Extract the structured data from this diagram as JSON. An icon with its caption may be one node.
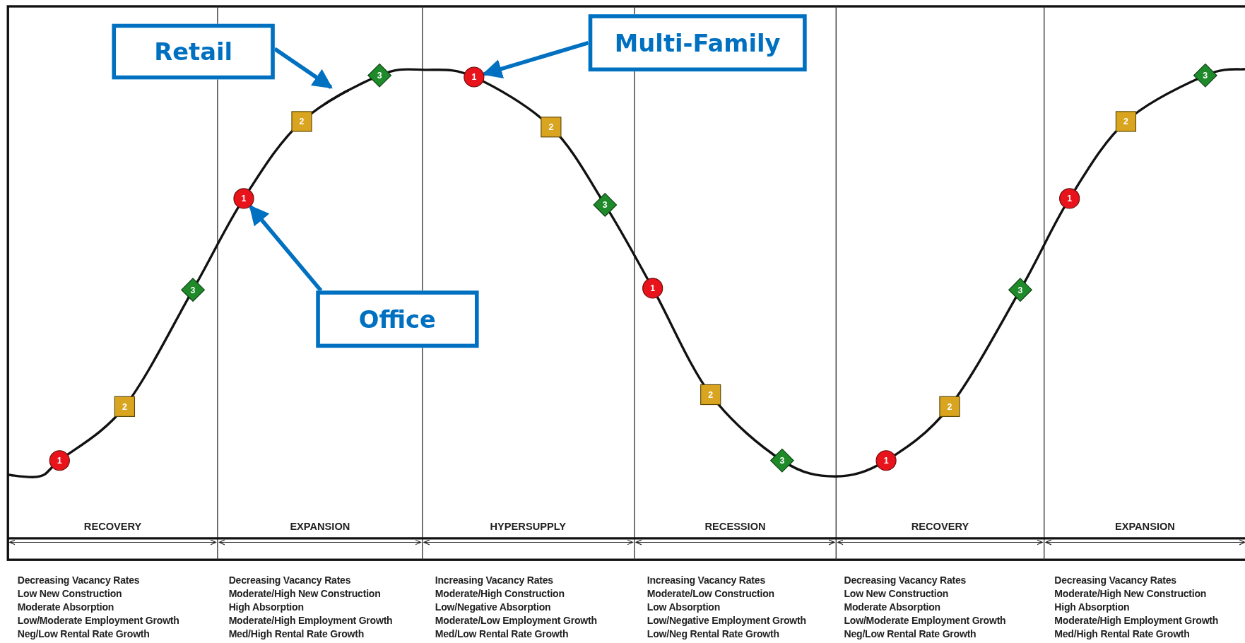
{
  "diagram": {
    "nodes": [
      {
        "text": [
          "Retail"
        ]
      },
      {
        "text": [
          "Multi-Family"
        ]
      },
      {
        "text": [
          "Office"
        ]
      },
      {
        "text": [
          "1"
        ]
      },
      {
        "text": [
          "2"
        ]
      },
      {
        "text": [
          "3"
        ]
      },
      {
        "text": [
          "1"
        ]
      },
      {
        "text": [
          "2"
        ]
      },
      {
        "text": [
          "3"
        ]
      },
      {
        "text": [
          "1"
        ]
      },
      {
        "text": [
          "2"
        ]
      },
      {
        "text": [
          "3"
        ]
      },
      {
        "text": [
          "1"
        ]
      },
      {
        "text": [
          "2"
        ]
      },
      {
        "text": [
          "3"
        ]
      },
      {
        "text": [
          "1"
        ]
      },
      {
        "text": [
          "2"
        ]
      },
      {
        "text": [
          "3"
        ]
      },
      {
        "text": [
          "1"
        ]
      },
      {
        "text": [
          "2"
        ]
      },
      {
        "text": [
          "3"
        ]
      },
      {
        "text": [],
        "shape": "curve"
      }
    ],
    "edges": [
      {
        "from": 0,
        "to": 21,
        "arrow": "to"
      },
      {
        "from": 1,
        "to": 9,
        "arrow": "to"
      },
      {
        "from": 2,
        "to": 6,
        "arrow": "to"
      }
    ],
    "labels": [
      "RECOVERY",
      "EXPANSION",
      "HYPERSUPPLY",
      "RECESSION",
      "RECOVERY",
      "EXPANSION",
      "Decreasing Vacancy Rates",
      "Low New Construction",
      "Moderate Absorption",
      "Low/Moderate Employment Growth",
      "Neg/Low Rental Rate Growth",
      "Decreasing Vacancy Rates",
      "Moderate/High New Construction",
      "High Absorption",
      "Moderate/High Employment Growth",
      "Med/High Rental Rate Growth",
      "Increasing Vacancy Rates",
      "Moderate/High Construction",
      "Low/Negative Absorption",
      "Moderate/Low Employment Growth",
      "Med/Low Rental Rate Growth",
      "Increasing Vacancy Rates",
      "Moderate/Low Construction",
      "Low Absorption",
      "Low/Negative Employment Growth",
      "Low/Neg Rental Rate Growth",
      "Decreasing Vacancy Rates",
      "Low New Construction",
      "Moderate Absorption",
      "Low/Moderate Employment Growth",
      "Neg/Low Rental Rate Growth",
      "Decreasing Vacancy Rates",
      "Moderate/High New Construction",
      "High Absorption",
      "Moderate/High Employment Growth",
      "Med/High Rental Rate Growth"
    ]
  }
}
